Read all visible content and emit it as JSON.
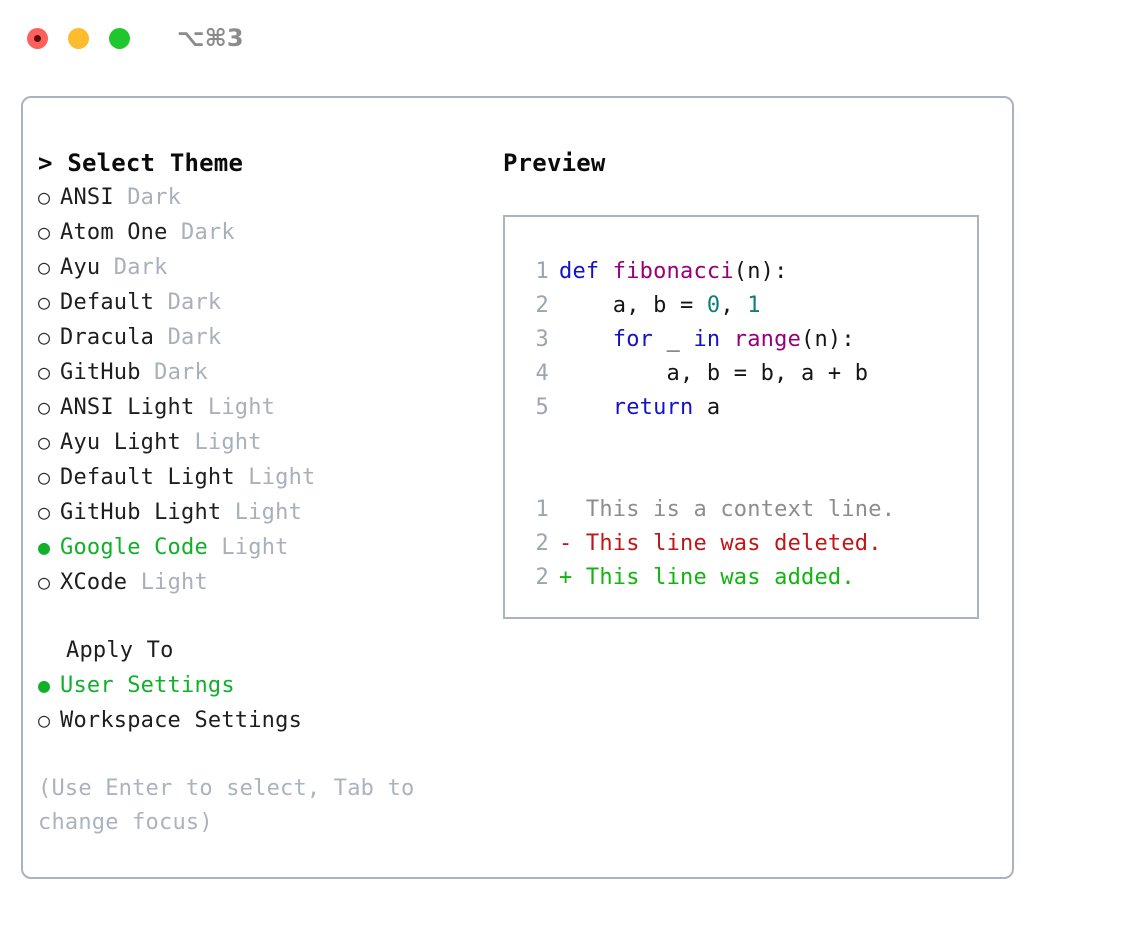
{
  "window": {
    "shortcut": "⌥⌘3",
    "traffic_lights": [
      {
        "name": "close",
        "color": "#fb605c"
      },
      {
        "name": "minimize",
        "color": "#fdbc2e"
      },
      {
        "name": "maximize",
        "color": "#1fc72f"
      }
    ]
  },
  "colors": {
    "accent_green": "#11b02b",
    "muted": "#a8b0bb",
    "border": "#aab3bf",
    "keyword": "#1212c9",
    "function": "#98007a",
    "number": "#0e7d7d",
    "diff_add": "#10b510",
    "diff_del": "#c01616",
    "diff_ctx": "#8d8d8d"
  },
  "theme_picker": {
    "caret": ">",
    "title": "Select Theme",
    "bullet_unselected": "○",
    "bullet_selected": "●",
    "items": [
      {
        "label": "ANSI",
        "badge": "Dark",
        "selected": false
      },
      {
        "label": "Atom One",
        "badge": "Dark",
        "selected": false
      },
      {
        "label": "Ayu",
        "badge": "Dark",
        "selected": false
      },
      {
        "label": "Default",
        "badge": "Dark",
        "selected": false
      },
      {
        "label": "Dracula",
        "badge": "Dark",
        "selected": false
      },
      {
        "label": "GitHub",
        "badge": "Dark",
        "selected": false
      },
      {
        "label": "ANSI Light",
        "badge": "Light",
        "selected": false
      },
      {
        "label": "Ayu Light",
        "badge": "Light",
        "selected": false
      },
      {
        "label": "Default Light",
        "badge": "Light",
        "selected": false
      },
      {
        "label": "GitHub Light",
        "badge": "Light",
        "selected": false
      },
      {
        "label": "Google Code",
        "badge": "Light",
        "selected": true
      },
      {
        "label": "XCode",
        "badge": "Light",
        "selected": false
      }
    ]
  },
  "apply_to": {
    "title": "Apply To",
    "items": [
      {
        "label": "User Settings",
        "selected": true
      },
      {
        "label": "Workspace Settings",
        "selected": false
      }
    ]
  },
  "hint": "(Use Enter to select, Tab to change focus)",
  "preview": {
    "title": "Preview",
    "code_lines": [
      {
        "lineno": "1",
        "tokens": [
          {
            "text": "def ",
            "type": "kw"
          },
          {
            "text": "fibonacci",
            "type": "fn"
          },
          {
            "text": "(n):",
            "type": "plain"
          }
        ]
      },
      {
        "lineno": "2",
        "tokens": [
          {
            "text": "    a, b = ",
            "type": "plain"
          },
          {
            "text": "0",
            "type": "num"
          },
          {
            "text": ", ",
            "type": "plain"
          },
          {
            "text": "1",
            "type": "num"
          }
        ]
      },
      {
        "lineno": "3",
        "tokens": [
          {
            "text": "    for ",
            "type": "kw"
          },
          {
            "text": "_ ",
            "type": "plain"
          },
          {
            "text": "in ",
            "type": "kw"
          },
          {
            "text": "range",
            "type": "fn"
          },
          {
            "text": "(n):",
            "type": "plain"
          }
        ]
      },
      {
        "lineno": "4",
        "tokens": [
          {
            "text": "        a, b = b, a + b",
            "type": "plain"
          }
        ]
      },
      {
        "lineno": "5",
        "tokens": [
          {
            "text": "    return ",
            "type": "kw"
          },
          {
            "text": "a",
            "type": "plain"
          }
        ]
      }
    ],
    "diff_lines": [
      {
        "lineno": "1",
        "marker": " ",
        "text": "This is a context line.",
        "type": "ctx"
      },
      {
        "lineno": "2",
        "marker": "-",
        "text": "This line was deleted.",
        "type": "del"
      },
      {
        "lineno": "2",
        "marker": "+",
        "text": "This line was added.",
        "type": "add"
      }
    ]
  }
}
